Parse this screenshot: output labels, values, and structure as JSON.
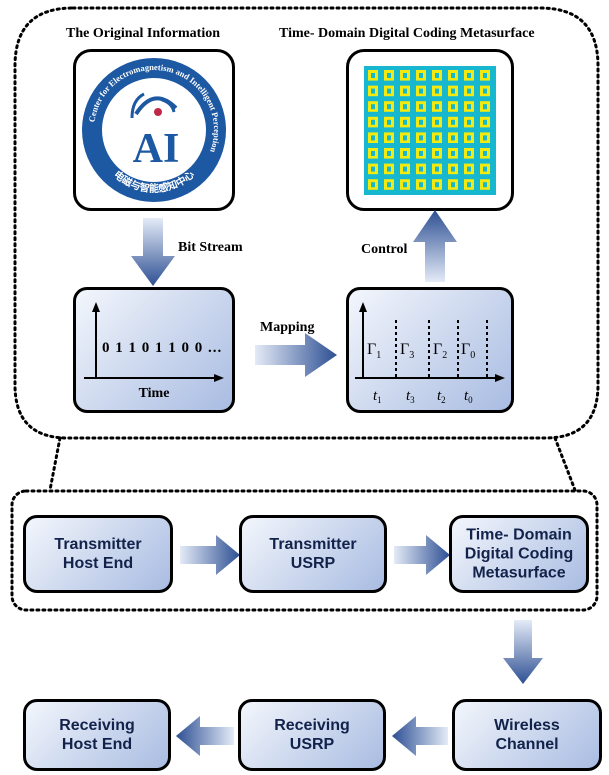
{
  "top_panel": {
    "original_info_title": "The Original Information",
    "metasurface_title": "Time- Domain Digital Coding Metasurface",
    "bit_stream_label": "Bit Stream",
    "mapping_label": "Mapping",
    "control_label": "Control",
    "bits_text": "0 1 1 0 1 1 0 0 ...",
    "time_axis_label": "Time",
    "logo": {
      "main_text": "AI",
      "ring_text": "Center for Electromagnetism and Intelligent Perception",
      "chinese_text": "电磁与智能感知中心"
    },
    "gamma_labels": [
      "Γ1",
      "Γ3",
      "Γ2",
      "Γ0"
    ],
    "gamma_symbol": "Γ",
    "gamma_subscripts": [
      "1",
      "3",
      "2",
      "0"
    ],
    "t_symbol": "t",
    "t_subscripts": [
      "1",
      "3",
      "2",
      "0"
    ]
  },
  "system_chain": {
    "transmitter_host": "Transmitter\nHost End",
    "transmitter_usrp": "Transmitter\nUSRP",
    "metasurface": "Time- Domain\nDigital Coding\nMetasurface",
    "wireless_channel": "Wireless\nChannel",
    "receiving_usrp": "Receiving\nUSRP",
    "receiving_host": "Receiving\nHost End"
  },
  "colors": {
    "arrow_dark": "#2d4f93",
    "arrow_light": "#e4ebf7",
    "box_gradient_light": "#f3f6fc",
    "box_gradient_dark": "#a9bce2",
    "label_text": "#13224a",
    "metasurface_substrate": "#17b7cf",
    "metasurface_patch": "#f3ea10"
  }
}
